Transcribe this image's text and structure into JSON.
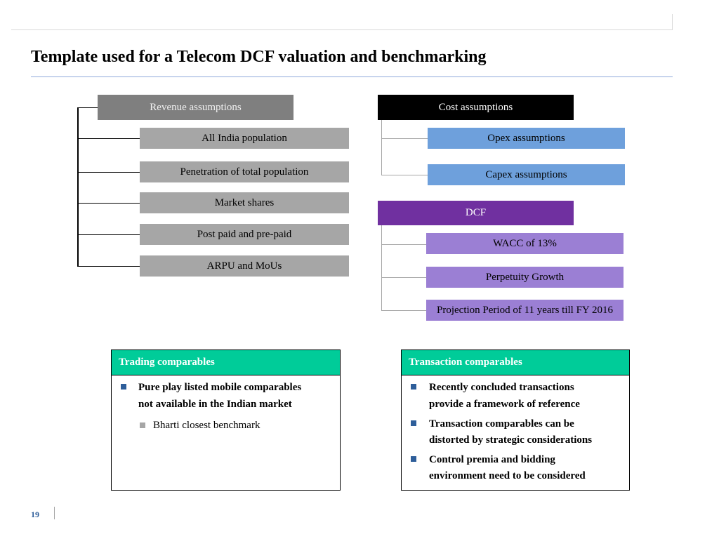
{
  "title": "Template used for a Telecom DCF valuation and benchmarking",
  "revenue": {
    "header": "Revenue assumptions",
    "items": [
      "All India population",
      "Penetration of total population",
      "Market shares",
      "Post paid and pre-paid",
      "ARPU and MoUs"
    ]
  },
  "cost": {
    "header": "Cost assumptions",
    "items": [
      "Opex assumptions",
      "Capex assumptions"
    ]
  },
  "dcf": {
    "header": "DCF",
    "items": [
      "WACC of 13%",
      "Perpetuity Growth",
      "Projection Period of 11 years till FY 2016"
    ]
  },
  "trading": {
    "header": "Trading comparables",
    "bullet1_line1": "Pure play listed mobile comparables",
    "bullet1_line2": "not available in the Indian market",
    "sub1": "Bharti closest benchmark"
  },
  "transaction": {
    "header": "Transaction comparables",
    "b1_l1": "Recently concluded transactions",
    "b1_l2": "provide a framework of reference",
    "b2_l1": "Transaction comparables can  be",
    "b2_l2": "distorted by strategic considerations",
    "b3_l1": "Control premia and bidding",
    "b3_l2": "environment need to be considered"
  },
  "page_number": "19",
  "colors": {
    "revenue_header": "#7f7f7f",
    "cost_header": "#000000",
    "dcf_header": "#7030a0",
    "grey_item": "#a6a6a6",
    "blue_item": "#6ea0dc",
    "purple_item": "#9b7fd4",
    "panel_header": "#00cc99"
  }
}
